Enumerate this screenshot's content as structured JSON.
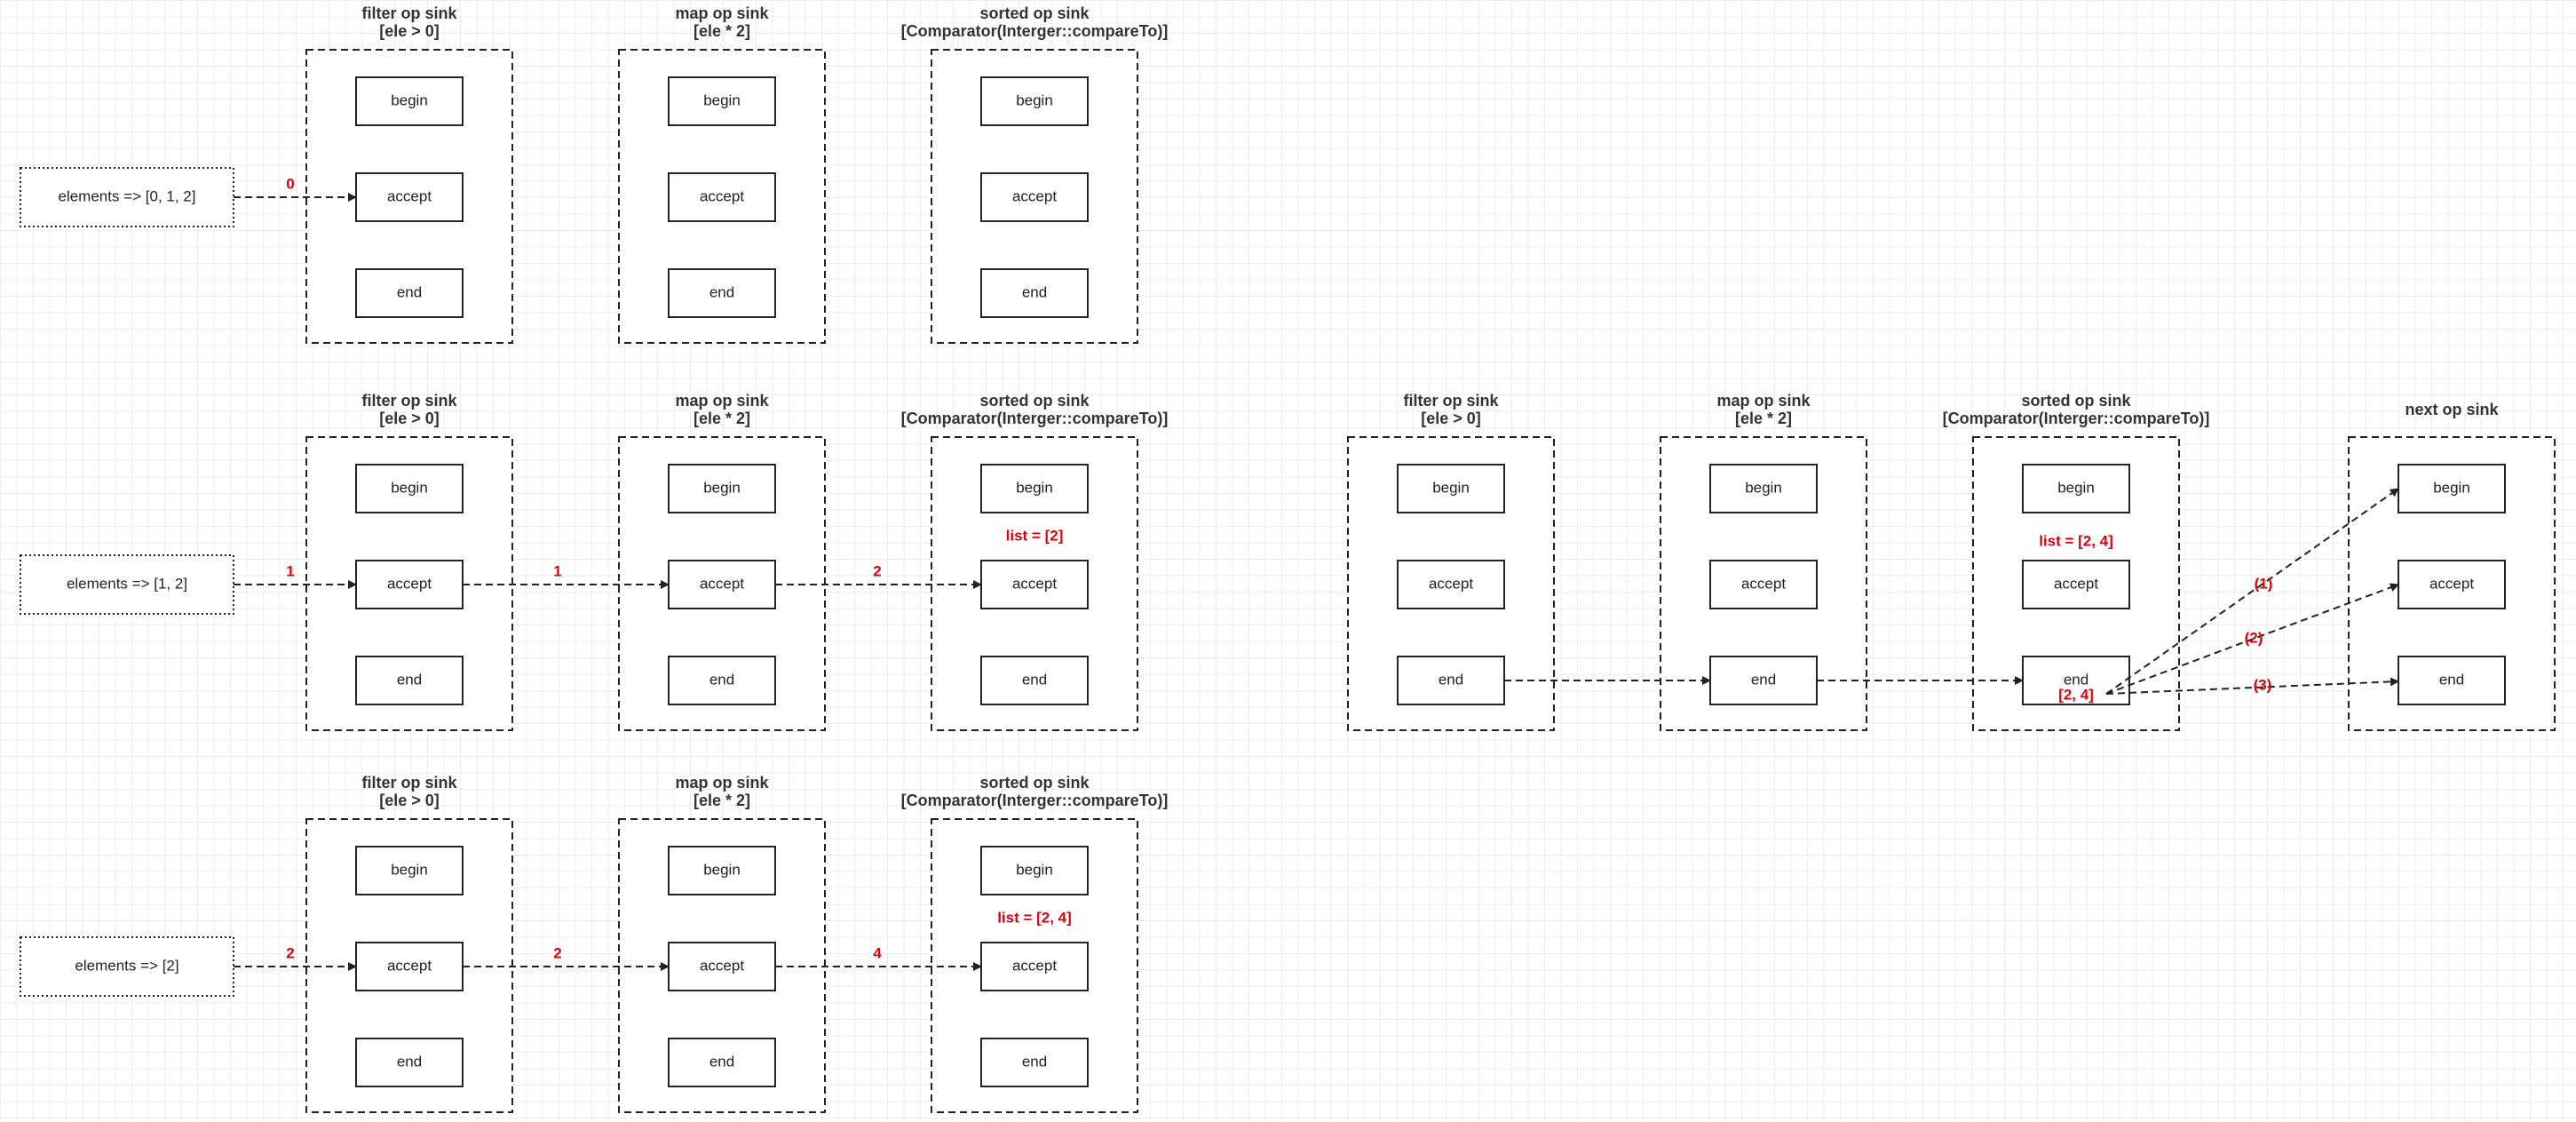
{
  "labels": {
    "filter_title": "filter op sink",
    "filter_sub": "[ele > 0]",
    "map_title": "map op sink",
    "map_sub": "[ele * 2]",
    "sorted_title": "sorted op sink",
    "sorted_sub": "[Comparator(Interger::compareTo)]",
    "next_title": "next op sink",
    "begin": "begin",
    "accept": "accept",
    "end": "end"
  },
  "rows": [
    {
      "input": "elements => [0, 1, 2]",
      "flows": [
        "0"
      ],
      "list_note": ""
    },
    {
      "input": "elements => [1, 2]",
      "flows": [
        "1",
        "1",
        "2"
      ],
      "list_note": "list = [2]"
    },
    {
      "input": "elements => [2]",
      "flows": [
        "2",
        "2",
        "4"
      ],
      "list_note": "list = [2, 4]"
    }
  ],
  "end_phase": {
    "list_note": "list = [2, 4]",
    "end_value": "[2, 4]",
    "out_labels": [
      "(1)",
      "(2)",
      "(3)"
    ]
  },
  "colors": {
    "stroke": "#222222",
    "red": "#e0000b",
    "grid": "#ececec"
  }
}
